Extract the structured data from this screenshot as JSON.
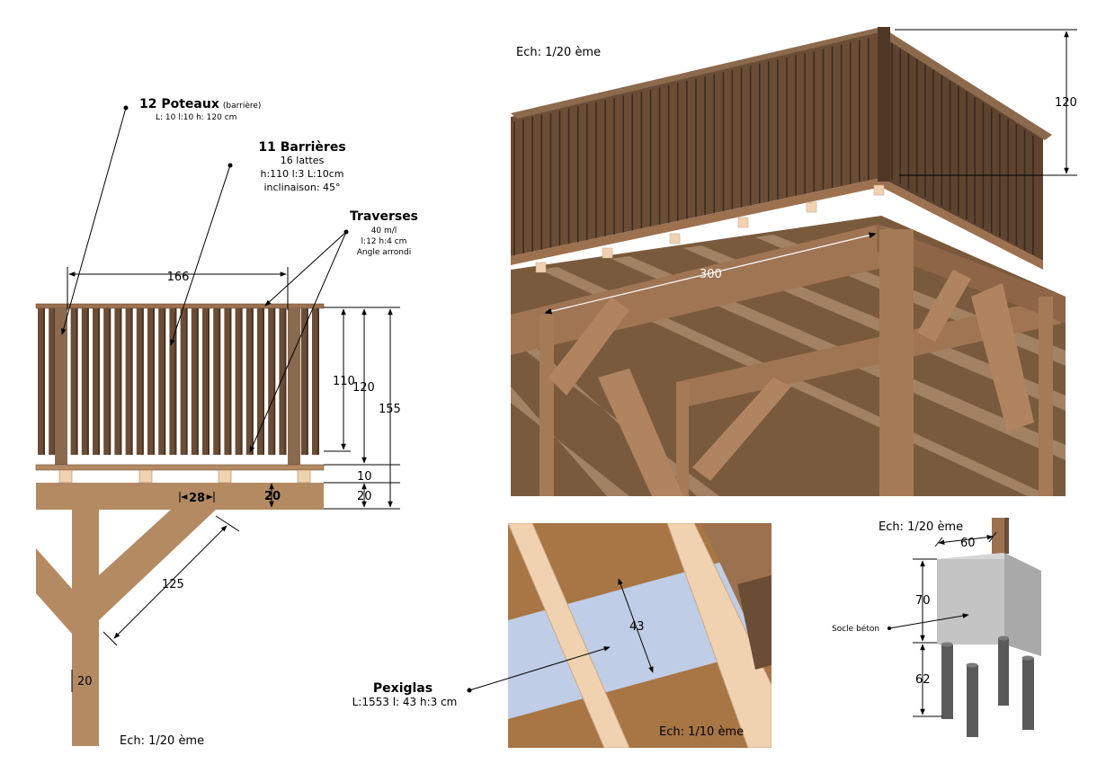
{
  "side_view": {
    "poteaux": {
      "title": "12 Poteaux",
      "note": "(barrière)",
      "spec": "L: 10 l:10 h: 120 cm"
    },
    "barrieres": {
      "title": "11 Barrières",
      "line1": "16 lattes",
      "line2": "h:110 l:3 L:10cm",
      "line3": "inclinaison: 45°"
    },
    "traverses": {
      "title": "Traverses",
      "line1": "40 m/l",
      "line2": "l:12 h:4 cm",
      "line3": "Angle arrondi"
    },
    "dims": {
      "width": "166",
      "h110": "110",
      "h120": "120",
      "h155": "155",
      "d10": "10",
      "d20a": "20",
      "d20b": "20",
      "d28": "28",
      "d125": "125",
      "d20post": "20"
    },
    "scale": "Ech: 1/20 ème"
  },
  "perspective": {
    "scale": "Ech: 1/20 ème",
    "dims": {
      "h120": "120",
      "w300": "300"
    }
  },
  "detail": {
    "scale": "Ech: 1/10 ème",
    "dims": {
      "w43": "43"
    },
    "pexiglas": {
      "title": "Pexiglas",
      "spec": "L:1553 l: 43 h:3 cm"
    }
  },
  "socle": {
    "scale": "Ech: 1/20 ème",
    "label": "Socle béton",
    "dims": {
      "w60": "60",
      "h70": "70",
      "h62": "62"
    }
  },
  "colors": {
    "wood_dark": "#6b4d36",
    "wood_mid": "#9c7150",
    "wood_light": "#b48a63",
    "pine": "#f1d2b0",
    "plexi": "#bfcde6",
    "concrete": "#c4c4c4",
    "steel": "#5a5a5a"
  }
}
